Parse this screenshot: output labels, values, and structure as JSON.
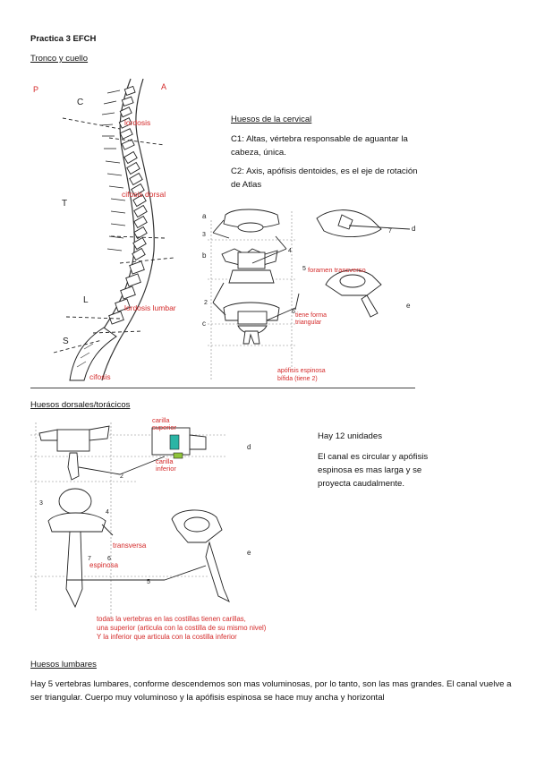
{
  "title": "Practica 3 EFCH",
  "sections": {
    "trunk": "Tronco y cuello",
    "dorsal": "Huesos dorsales/torácicos",
    "lumbar": "Huesos lumbares"
  },
  "spine_figure": {
    "p": "P",
    "a": "A",
    "c": "C",
    "t": "T",
    "l": "L",
    "s": "S",
    "lordosis": "lordosis",
    "cifosis_dorsal": "cifosis dorsal",
    "lordosis_lumbar": "lordosis lumbar",
    "cifosis": "cifosis"
  },
  "cervical": {
    "heading": "Huesos de la cervical",
    "c1": "C1: Altas, vértebra responsable de aguantar la cabeza, única.",
    "c2": "C2: Axis, apófisis dentoides, es el eje de rotación de Atlas"
  },
  "cervical_figure": {
    "a": "a",
    "b": "b",
    "c": "c",
    "d": "d",
    "e": "e",
    "n3": "3",
    "n4": "4",
    "n5": "5",
    "n6": "6",
    "n2": "2",
    "n7": "7",
    "foramen": "foramen transverso",
    "triangular_1": "tiene forma",
    "triangular_2": "triangular",
    "bifida_1": "apófisis espinosa",
    "bifida_2": "bífida (tiene 2)"
  },
  "dorsal": {
    "count": "Hay 12 unidades",
    "desc": "El canal es circular y apófisis espinosa es mas larga y se proyecta caudalmente."
  },
  "dorsal_figure": {
    "carilla_sup_1": "carilla",
    "carilla_sup_2": "superior",
    "carilla_inf_1": "carilla",
    "carilla_inf_2": "inferior",
    "transversa": "transversa",
    "espinosa": "espinosa",
    "d": "d",
    "e": "e",
    "n2": "2",
    "n3": "3",
    "n4": "4",
    "n5": "5",
    "n6": "6",
    "n7": "7",
    "note_1": "todas la vertebras en las costillas tienen carillas,",
    "note_2": "una superior (articula con la costilla de su mismo nivel)",
    "note_3": "Y la inferior que articula con la costilla inferior"
  },
  "lumbar": {
    "text": "Hay 5 vertebras lumbares, conforme descendemos son mas voluminosas, por lo tanto, son las mas grandes. El canal vuelve a ser triangular. Cuerpo muy voluminoso y la apófisis espinosa se hace muy ancha y horizontal"
  },
  "colors": {
    "annotation": "#d42a2a",
    "text": "#111111"
  }
}
